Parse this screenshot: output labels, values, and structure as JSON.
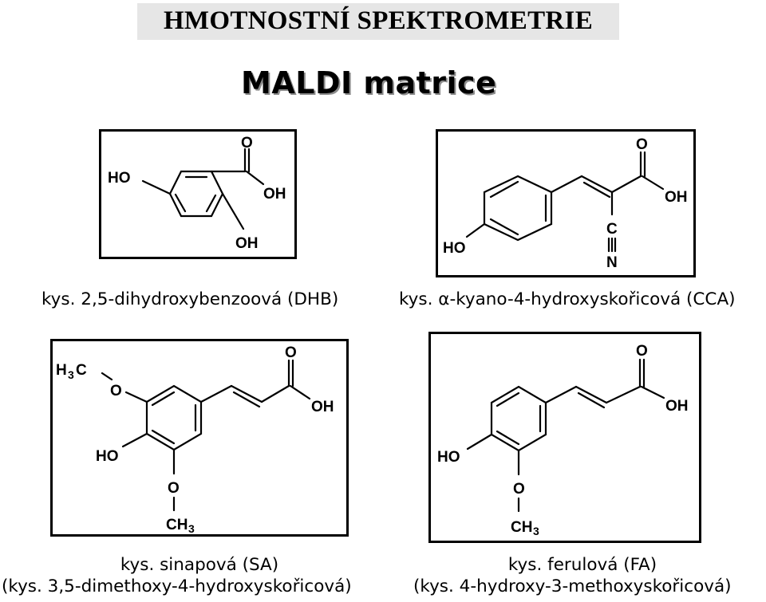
{
  "header": {
    "title": "HMOTNOSTNÍ SPEKTROMETRIE"
  },
  "subtitle": "MALDI matrice",
  "structures": {
    "dhb": {
      "caption": "kys. 2,5-dihydroxybenzoová (DHB)",
      "labels": {
        "o": "O",
        "oh1": "OH",
        "ho": "HO",
        "oh2": "OH"
      }
    },
    "cca": {
      "caption": "kys. α-kyano-4-hydroxyskořicová (CCA)",
      "labels": {
        "o": "O",
        "oh": "OH",
        "ho": "HO",
        "c": "C",
        "n": "N"
      }
    },
    "sa": {
      "caption_line1": "kys. sinapová (SA)",
      "caption_line2": "(kys. 3,5-dimethoxy-4-hydroxyskořicová)",
      "labels": {
        "h3c_h": "H",
        "h3c_3": "3",
        "h3c_c": "C",
        "o1": "O",
        "o2": "O",
        "oh": "OH",
        "ho": "HO",
        "o3": "O",
        "ch3_ch": "CH",
        "ch3_3": "3"
      }
    },
    "fa": {
      "caption_line1": "kys. ferulová (FA)",
      "caption_line2": "(kys. 4-hydroxy-3-methoxyskořicová)",
      "labels": {
        "o1": "O",
        "oh": "OH",
        "ho": "HO",
        "o2": "O",
        "ch3_ch": "CH",
        "ch3_3": "3"
      }
    }
  }
}
